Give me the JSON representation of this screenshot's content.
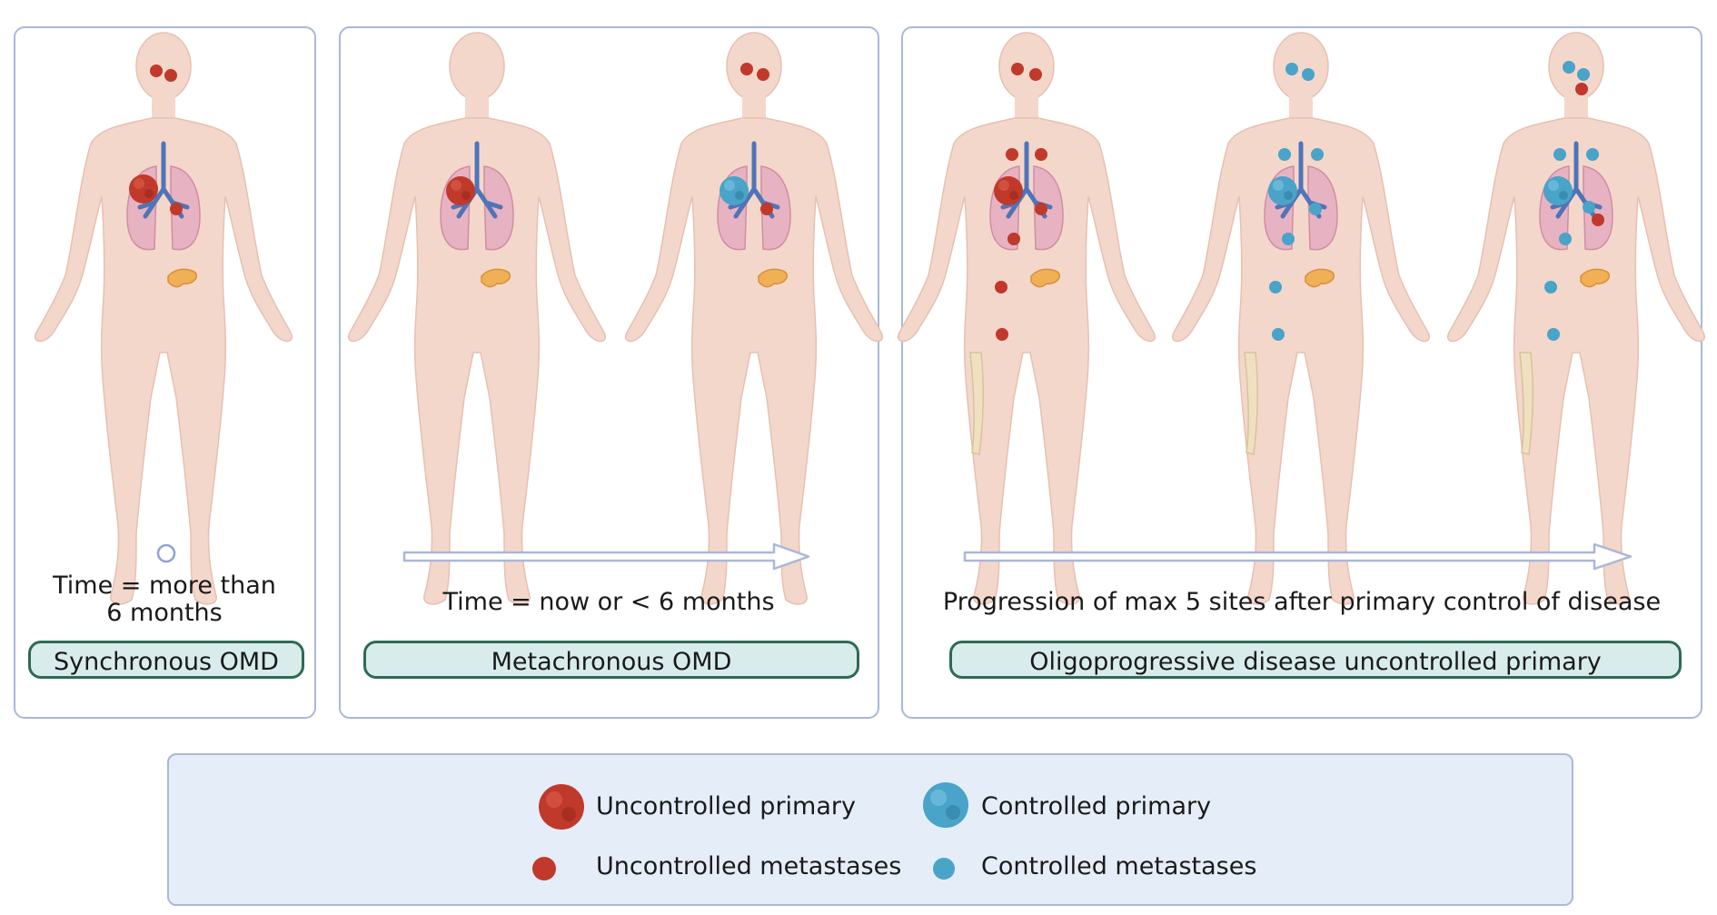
{
  "panels": [
    {
      "time_text": "Time = more than 6 months",
      "label": "Synchronous OMD"
    },
    {
      "time_text": "Time = now or < 6 months",
      "label": "Metachronous OMD"
    },
    {
      "time_text": "Progression of max 5 sites after primary control of disease",
      "label": "Oligoprogressive disease uncontrolled primary"
    }
  ],
  "legend": {
    "items": [
      {
        "label": "Uncontrolled primary",
        "icon": "uncontrolled-primary-icon",
        "color": "#c0392b"
      },
      {
        "label": "Controlled primary",
        "icon": "controlled-primary-icon",
        "color": "#4aa3c8"
      },
      {
        "label": "Uncontrolled metastases",
        "icon": "uncontrolled-metastasis-icon",
        "color": "#c0392b"
      },
      {
        "label": "Controlled metastases",
        "icon": "controlled-metastasis-icon",
        "color": "#4aa3c8"
      }
    ]
  },
  "colors": {
    "uncontrolled": "#c0392b",
    "controlled": "#4aa3c8",
    "skin": "#f4d7cb",
    "lung": "#e7b3c2",
    "airway": "#4f74b8",
    "pancreas": "#f0b056",
    "bone": "#efe1bf",
    "panel_border": "#aab8d8",
    "pill_fill": "#d9ecec",
    "pill_border": "#2e6a54",
    "arrow": "#aab8d8"
  }
}
